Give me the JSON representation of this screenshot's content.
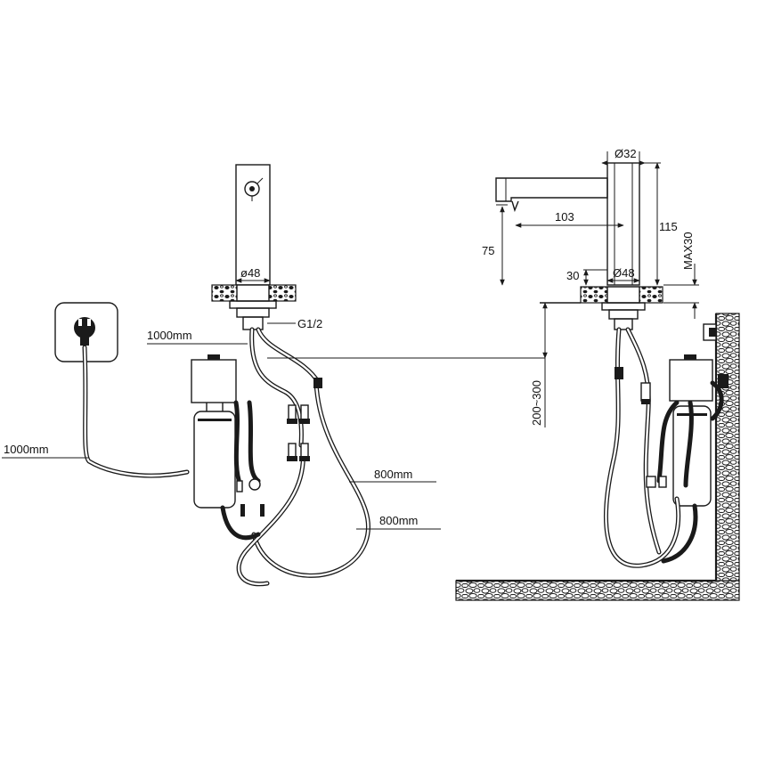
{
  "diagram": {
    "front_view": {
      "spout_diameter": "ø48",
      "thread": "G1/2",
      "sensor_cable": "1000mm",
      "power_cable": "1000mm",
      "hose_1": "800mm",
      "hose_2": "800mm"
    },
    "side_view": {
      "top_diameter": "Ø32",
      "spout_reach": "103",
      "height_total": "115",
      "spout_height": "75",
      "base_height": "30",
      "base_diameter": "Ø48",
      "counter_max": "MAX30",
      "mount_range": "200~300"
    }
  }
}
